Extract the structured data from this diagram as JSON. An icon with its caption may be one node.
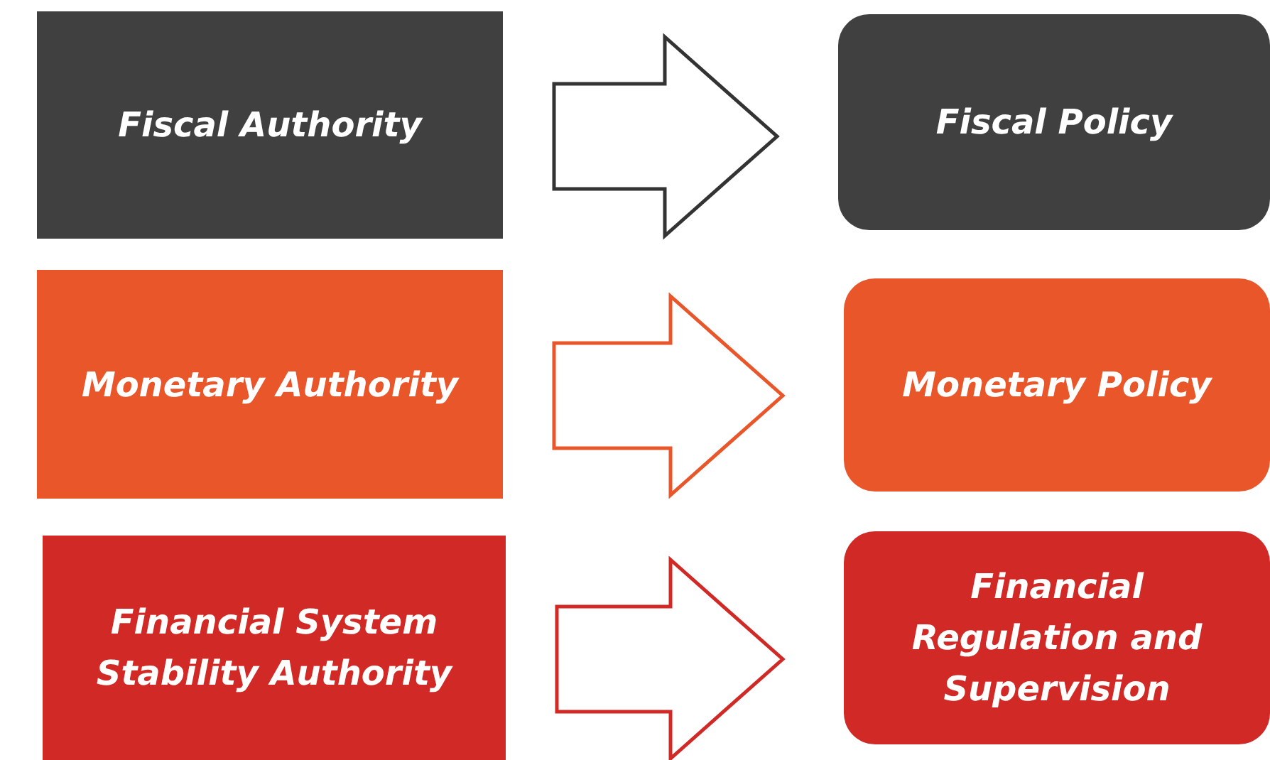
{
  "diagram": {
    "nodes": [
      {
        "text": [
          "Fiscal Authority"
        ]
      },
      {
        "text": [
          "Fiscal Policy"
        ]
      },
      {
        "text": [
          "Monetary Authority"
        ]
      },
      {
        "text": [
          "Monetary Policy"
        ]
      },
      {
        "text": [
          "Financial System Stability Authority"
        ]
      },
      {
        "text": [
          "Financial Regulation and Supervision"
        ]
      }
    ],
    "edges": [
      {
        "from": 0,
        "to": 1,
        "arrow": "to",
        "color": "#333333"
      },
      {
        "from": 2,
        "to": 3,
        "arrow": "to",
        "color": "#e8562a"
      },
      {
        "from": 4,
        "to": 5,
        "arrow": "to",
        "color": "#d12a26"
      }
    ]
  }
}
